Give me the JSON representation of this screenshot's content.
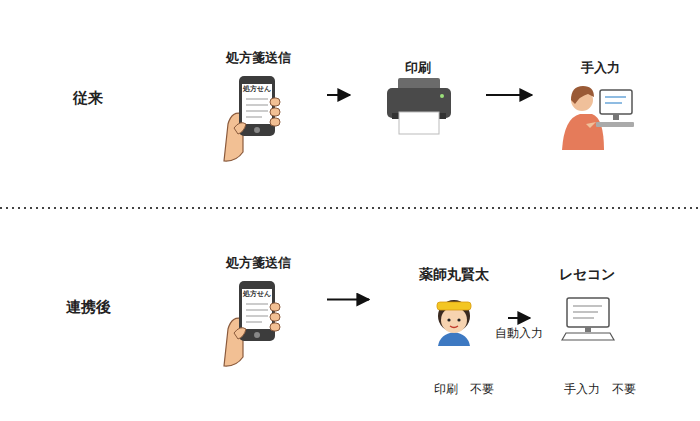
{
  "diagram": {
    "nodes": [
      {
        "text": [
          "従来"
        ]
      },
      {
        "text": [
          "処方箋送信"
        ]
      },
      {
        "text": [
          "印刷"
        ]
      },
      {
        "text": [
          "手入力"
        ]
      },
      {
        "text": [
          "連携後"
        ]
      },
      {
        "text": [
          "処方箋送信"
        ]
      },
      {
        "text": []
      },
      {
        "text": [
          "薬師丸賢太"
        ],
        "in": 6
      },
      {
        "text": [
          "レセコン"
        ],
        "in": 6
      },
      {
        "text": [
          "印刷　不要"
        ]
      },
      {
        "text": [
          "手入力　不要"
        ]
      }
    ],
    "edges": [
      {
        "from": 1,
        "to": 2,
        "arrow": "to"
      },
      {
        "from": 2,
        "to": 3,
        "arrow": "to"
      },
      {
        "from": 5,
        "to": 6,
        "arrow": "to"
      },
      {
        "from": 7,
        "to": 8,
        "arrow": "to",
        "label": "自動入力"
      }
    ],
    "labels": [
      "処方せん",
      "処方せん"
    ]
  }
}
